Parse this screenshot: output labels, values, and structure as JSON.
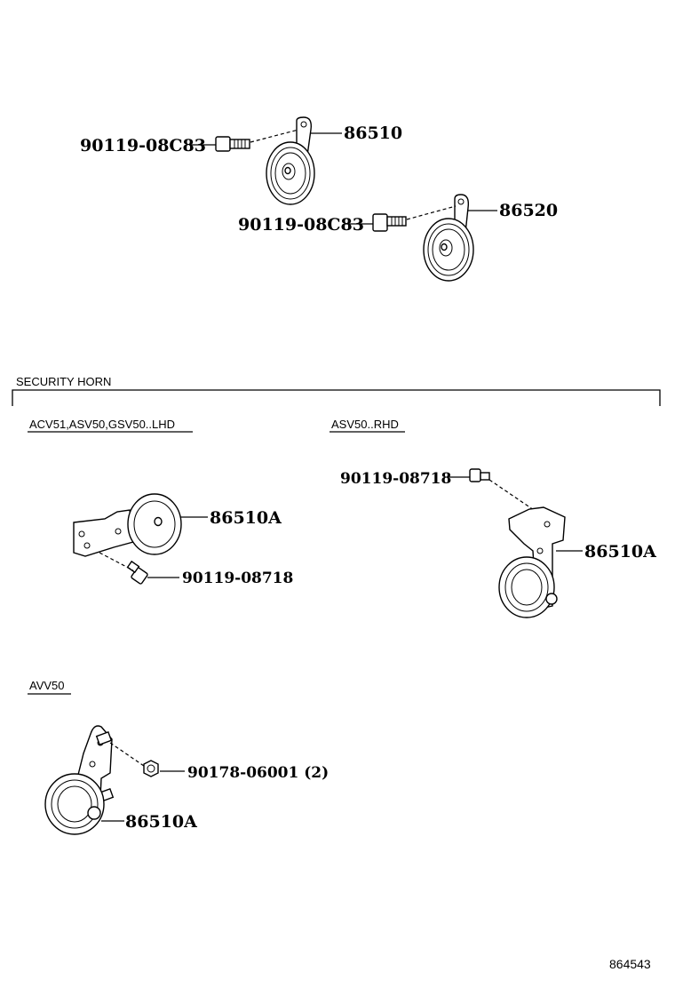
{
  "top": {
    "bolt_1": "90119-08C83",
    "horn_high": "86510",
    "bolt_2": "90119-08C83",
    "horn_low": "86520"
  },
  "security": {
    "title": "SECURITY HORN",
    "lhd": {
      "label": "ACV51,ASV50,GSV50..LHD",
      "horn": "86510A",
      "bolt": "90119-08718"
    },
    "rhd": {
      "label": "ASV50..RHD",
      "bolt": "90119-08718",
      "horn": "86510A"
    },
    "avv": {
      "label": "AVV50",
      "nut": "90178-06001 (2)",
      "horn": "86510A"
    }
  },
  "diagram_ref": "864543"
}
